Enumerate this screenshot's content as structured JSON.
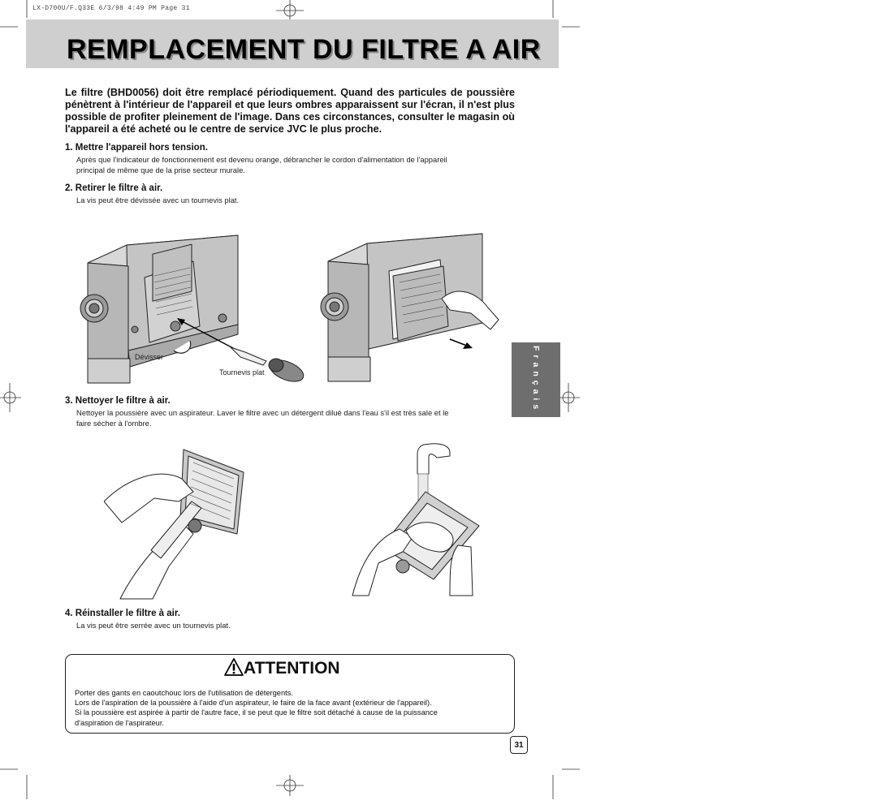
{
  "slug": "LX-D700U/F.Q33E  6/3/98 4:49 PM  Page 31",
  "title": "REMPLACEMENT DU FILTRE A AIR",
  "intro": "Le filtre (BHD0056) doit être remplacé périodiquement. Quand des particules de poussière pénètrent à l'intérieur de l'appareil et que leurs ombres apparaissent sur l'écran, il n'est plus possible de profiter pleinement de l'image. Dans ces circonstances, consulter le magasin où l'appareil a été acheté ou le centre de service JVC le plus proche.",
  "steps": [
    {
      "heading": "1. Mettre l'appareil hors tension.",
      "line1": "Après que l'indicateur de fonctionnement est devenu orange, débrancher le cordon d'alimentation de l'appareil",
      "line2": "principal de même que de la prise secteur murale."
    },
    {
      "heading": "2. Retirer le filtre à air.",
      "line1": "La vis peut être dévissée avec un tournevis plat.",
      "line2": ""
    },
    {
      "heading": "3. Nettoyer le filtre à air.",
      "line1": "Nettoyer la poussière avec un aspirateur. Laver le filtre avec un détergent dilué dans l'eau s'il est très sale et le",
      "line2": "faire sécher à l'ombre."
    },
    {
      "heading": "4. Réinstaller le filtre à air.",
      "line1": "La vis peut être serrée avec un tournevis plat.",
      "line2": ""
    }
  ],
  "figure_labels": {
    "unscrew": "Dévisser",
    "screwdriver": "Tournevis plat"
  },
  "language_tab": "Français",
  "attention": {
    "title": "ATTENTION",
    "lines": [
      "Porter des gants en caoutchouc lors de l'utilisation de détergents.",
      "Lors de l'aspiration de la poussière à l'aide d'un aspirateur, le faire de la face avant (extérieur de l'appareil).",
      "Si la poussière est aspirée à partir de l'autre face, il se peut que le filtre soit détaché à cause de la puissance",
      "d'aspiration de l'aspirateur."
    ]
  },
  "page_number": "31",
  "colors": {
    "title_band": "#cfcfcf",
    "language_tab": "#6e6e6e",
    "device_body": "#bdbdbd"
  },
  "icons": [
    "registration-mark-icon",
    "warning-triangle-icon"
  ]
}
